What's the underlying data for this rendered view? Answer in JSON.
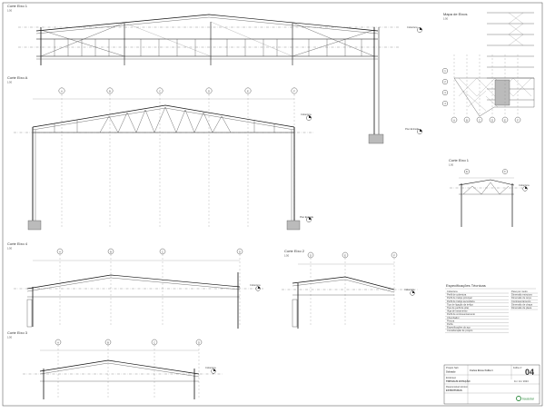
{
  "views": {
    "corte_eixo_1": {
      "title": "Corte Eixo 1",
      "scale": "1:50"
    },
    "corte_eixo_a": {
      "title": "Corte Eixo A",
      "scale": "1:50"
    },
    "corte_eixo_4": {
      "title": "Corte Eixo 4",
      "scale": "1:50"
    },
    "corte_eixo_2": {
      "title": "Corte Eixo 2",
      "scale": "1:50"
    },
    "corte_eixo_3": {
      "title": "Corte Eixo 3",
      "scale": "1:50"
    },
    "corte_eixo_f": {
      "title": "Corte Eixo 1",
      "scale": "1:50"
    },
    "mapa_de_eixos": {
      "title": "Mapa de Eixos",
      "scale": "1:50"
    }
  },
  "grid_letters": [
    "A",
    "B",
    "C",
    "D",
    "E",
    "F"
  ],
  "grid_numbers": [
    "1",
    "2",
    "3",
    "4",
    "5",
    "6"
  ],
  "levels": {
    "cobertura": "Cobertura",
    "piso_entrada": "Piso Entrada"
  },
  "specs": {
    "title": "Especificações Técnicas",
    "left_rows": [
      "Cobertura",
      "Perfil de cobertura",
      "Perfil de treliça principal",
      "Perfil de treliça secundária",
      "Tipo de ligação da treliça",
      "Tipo de perfil de pilar",
      "Viga de travamento",
      "Perfil de contraventamento",
      "Chumbador",
      "Pintura",
      "Perfis",
      "Especificações do aço",
      "Consideração de projeto"
    ],
    "right_rows": [
      "Peso por metro",
      "Dimensão estrutura",
      "Dimensão de terça",
      "Contraventamento",
      "Dimensão de chapa",
      "Dimensão de placa"
    ]
  },
  "title_block": {
    "project_label": "Projeto Salt",
    "project_name": "Sobrado",
    "client_label": "Endereço",
    "client_name": "TRIPHAUS ESTAÇÃO",
    "designer_label": "Responsável técnico",
    "designer_name": "ESTRUTURAS",
    "sheet_title": "Cortes Eixos Folha 1",
    "sheet_label": "Folha nº",
    "sheet_number": "04",
    "date": "11 / 14 / 2023",
    "logo_text": "bausolar"
  }
}
